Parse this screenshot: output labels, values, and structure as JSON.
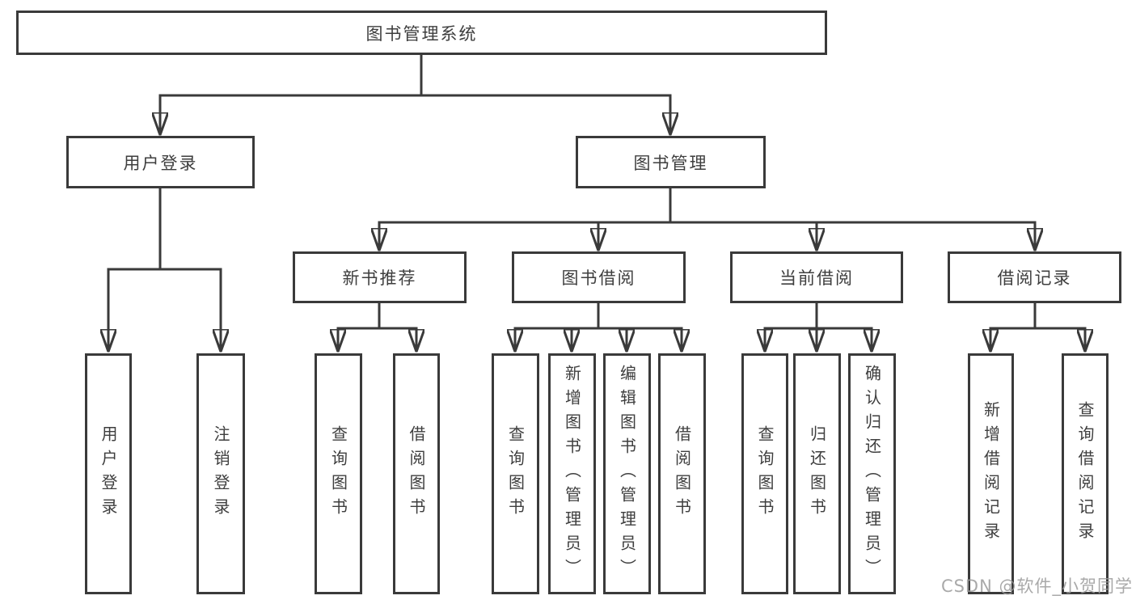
{
  "colors": {
    "line": "#3a3a3a",
    "text": "#3e3e3e",
    "background": "#ffffff",
    "watermark": "#9b9b9b"
  },
  "nodes": {
    "root": {
      "label": "图书管理系统"
    },
    "user_login": {
      "label": "用户登录"
    },
    "book_management": {
      "label": "图书管理"
    },
    "new_book_recommend": {
      "label": "新书推荐"
    },
    "book_borrow": {
      "label": "图书借阅"
    },
    "current_borrow": {
      "label": "当前借阅"
    },
    "borrow_record": {
      "label": "借阅记录"
    },
    "leaf_user_login": {
      "label": "用户登录"
    },
    "leaf_logout": {
      "label": "注销登录"
    },
    "leaf_query_book_recommend": {
      "label": "查询图书"
    },
    "leaf_borrow_book_recommend": {
      "label": "借阅图书"
    },
    "leaf_query_book_borrow": {
      "label": "查询图书"
    },
    "leaf_add_book_admin": {
      "label": "新增图书（管理员）"
    },
    "leaf_edit_book_admin": {
      "label": "编辑图书（管理员）"
    },
    "leaf_borrow_book_borrow": {
      "label": "借阅图书"
    },
    "leaf_query_book_current": {
      "label": "查询图书"
    },
    "leaf_return_book": {
      "label": "归还图书"
    },
    "leaf_confirm_return_admin": {
      "label": "确认归还（管理员）"
    },
    "leaf_add_borrow_record": {
      "label": "新增借阅记录"
    },
    "leaf_query_borrow_record": {
      "label": "查询借阅记录"
    }
  },
  "watermark": {
    "text": "CSDN @软件_小贺同学"
  }
}
